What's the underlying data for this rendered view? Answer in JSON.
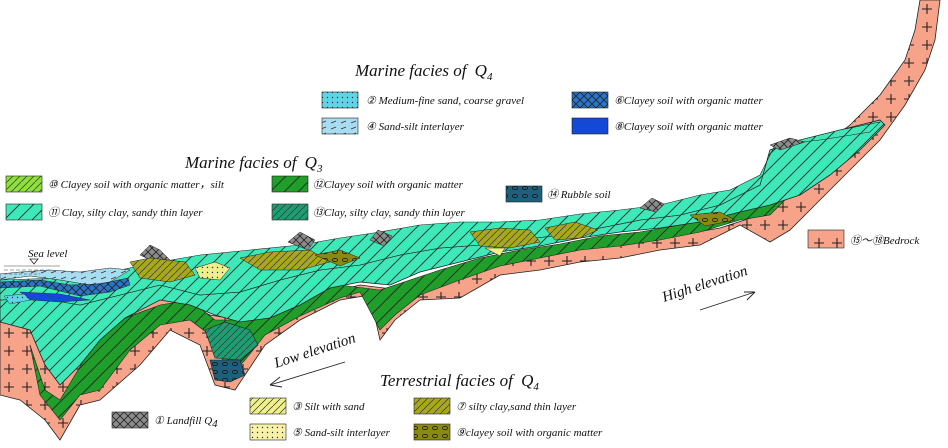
{
  "titles": {
    "marine_q4": "Marine facies of",
    "marine_q3": "Marine facies of",
    "terrestrial_q4": "Terrestrial  facies of",
    "q_symbol": "Q",
    "q4_sub": "4",
    "q3_sub": "3"
  },
  "legend": {
    "marine_q4": [
      {
        "text": "② Medium-fine sand, coarse gravel",
        "color": "#5fd6e8"
      },
      {
        "text": "④ Sand-silt interlayer",
        "color": "#a8dcf0"
      },
      {
        "text": "⑥Clayey soil with organic matter",
        "color": "#2a74c9"
      },
      {
        "text": "⑧Clayey soil with organic matter",
        "color": "#1449d6"
      }
    ],
    "marine_q3": [
      {
        "text": "⑩ Clayey soil with organic matter，silt",
        "color": "#8ee03a"
      },
      {
        "text": "⑪ Clay, silty clay, sandy thin layer",
        "color": "#3fe8b8"
      },
      {
        "text": "⑫Clayey soil with organic matter",
        "color": "#1f9e2a"
      },
      {
        "text": "⑬Clay, silty clay, sandy thin layer",
        "color": "#1d9d72"
      },
      {
        "text": "⑭  Rubble soil",
        "color": "#1e5f7c"
      }
    ],
    "terrestrial_q4": [
      {
        "text": "① Landfill Q",
        "sub": "4",
        "color": "#8c8c8c"
      },
      {
        "text": "③ Silt with sand",
        "color": "#f0f08a"
      },
      {
        "text": "⑤ Sand-silt interlayer",
        "color": "#f8f2a8"
      },
      {
        "text": "⑦ silty clay,sand thin layer",
        "color": "#a8a81c"
      },
      {
        "text": "⑨clayey soil with organic matter",
        "color": "#8a8a10"
      }
    ],
    "bedrock": {
      "text": "⑮～⑱Bedrock",
      "color": "#f6a38a"
    }
  },
  "annotations": {
    "sea_level": "Sea level",
    "low_elevation": "Low elevation",
    "high_elevation": "High elevation"
  },
  "colors": {
    "bedrock": "#f6a38a",
    "clay_main": "#3fe8b8",
    "clay_deep": "#1d9d72",
    "organic_green": "#1f9e2a",
    "landfill": "#8c8c8c",
    "silty_clay": "#a8a81c",
    "silt_sand": "#f0f08a",
    "sea_blue": "#2a74c9",
    "sea_light": "#a8dcf0",
    "rubble": "#1e5f7c"
  }
}
